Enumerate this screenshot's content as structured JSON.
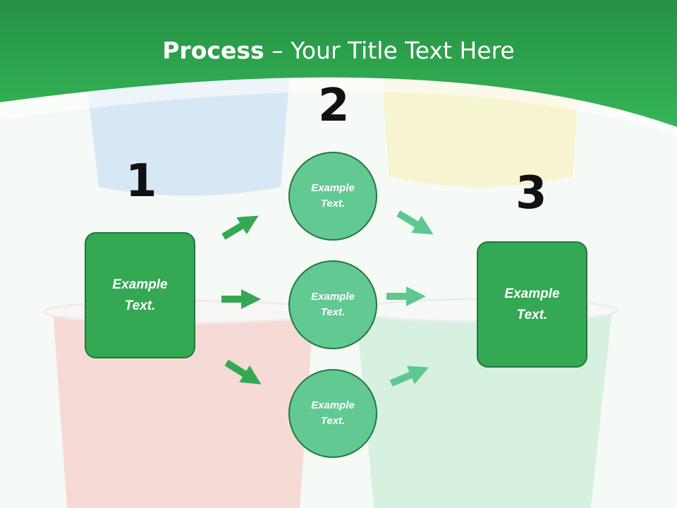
{
  "title": {
    "bold": "Process",
    "rest": " – Your Title Text Here"
  },
  "steps": [
    {
      "number": "1",
      "text": "Example\nText."
    },
    {
      "number": "2",
      "items": [
        "Example\nText.",
        "Example\nText.",
        "Example\nText."
      ]
    },
    {
      "number": "3",
      "text": "Example\nText."
    }
  ],
  "colors": {
    "header": "#2eab4f",
    "box": "#34a853",
    "circle": "#63c993",
    "arrow_dark": "#34a853",
    "arrow_light": "#5fc790"
  },
  "icons": {
    "arrow": "arrow-right-icon"
  }
}
